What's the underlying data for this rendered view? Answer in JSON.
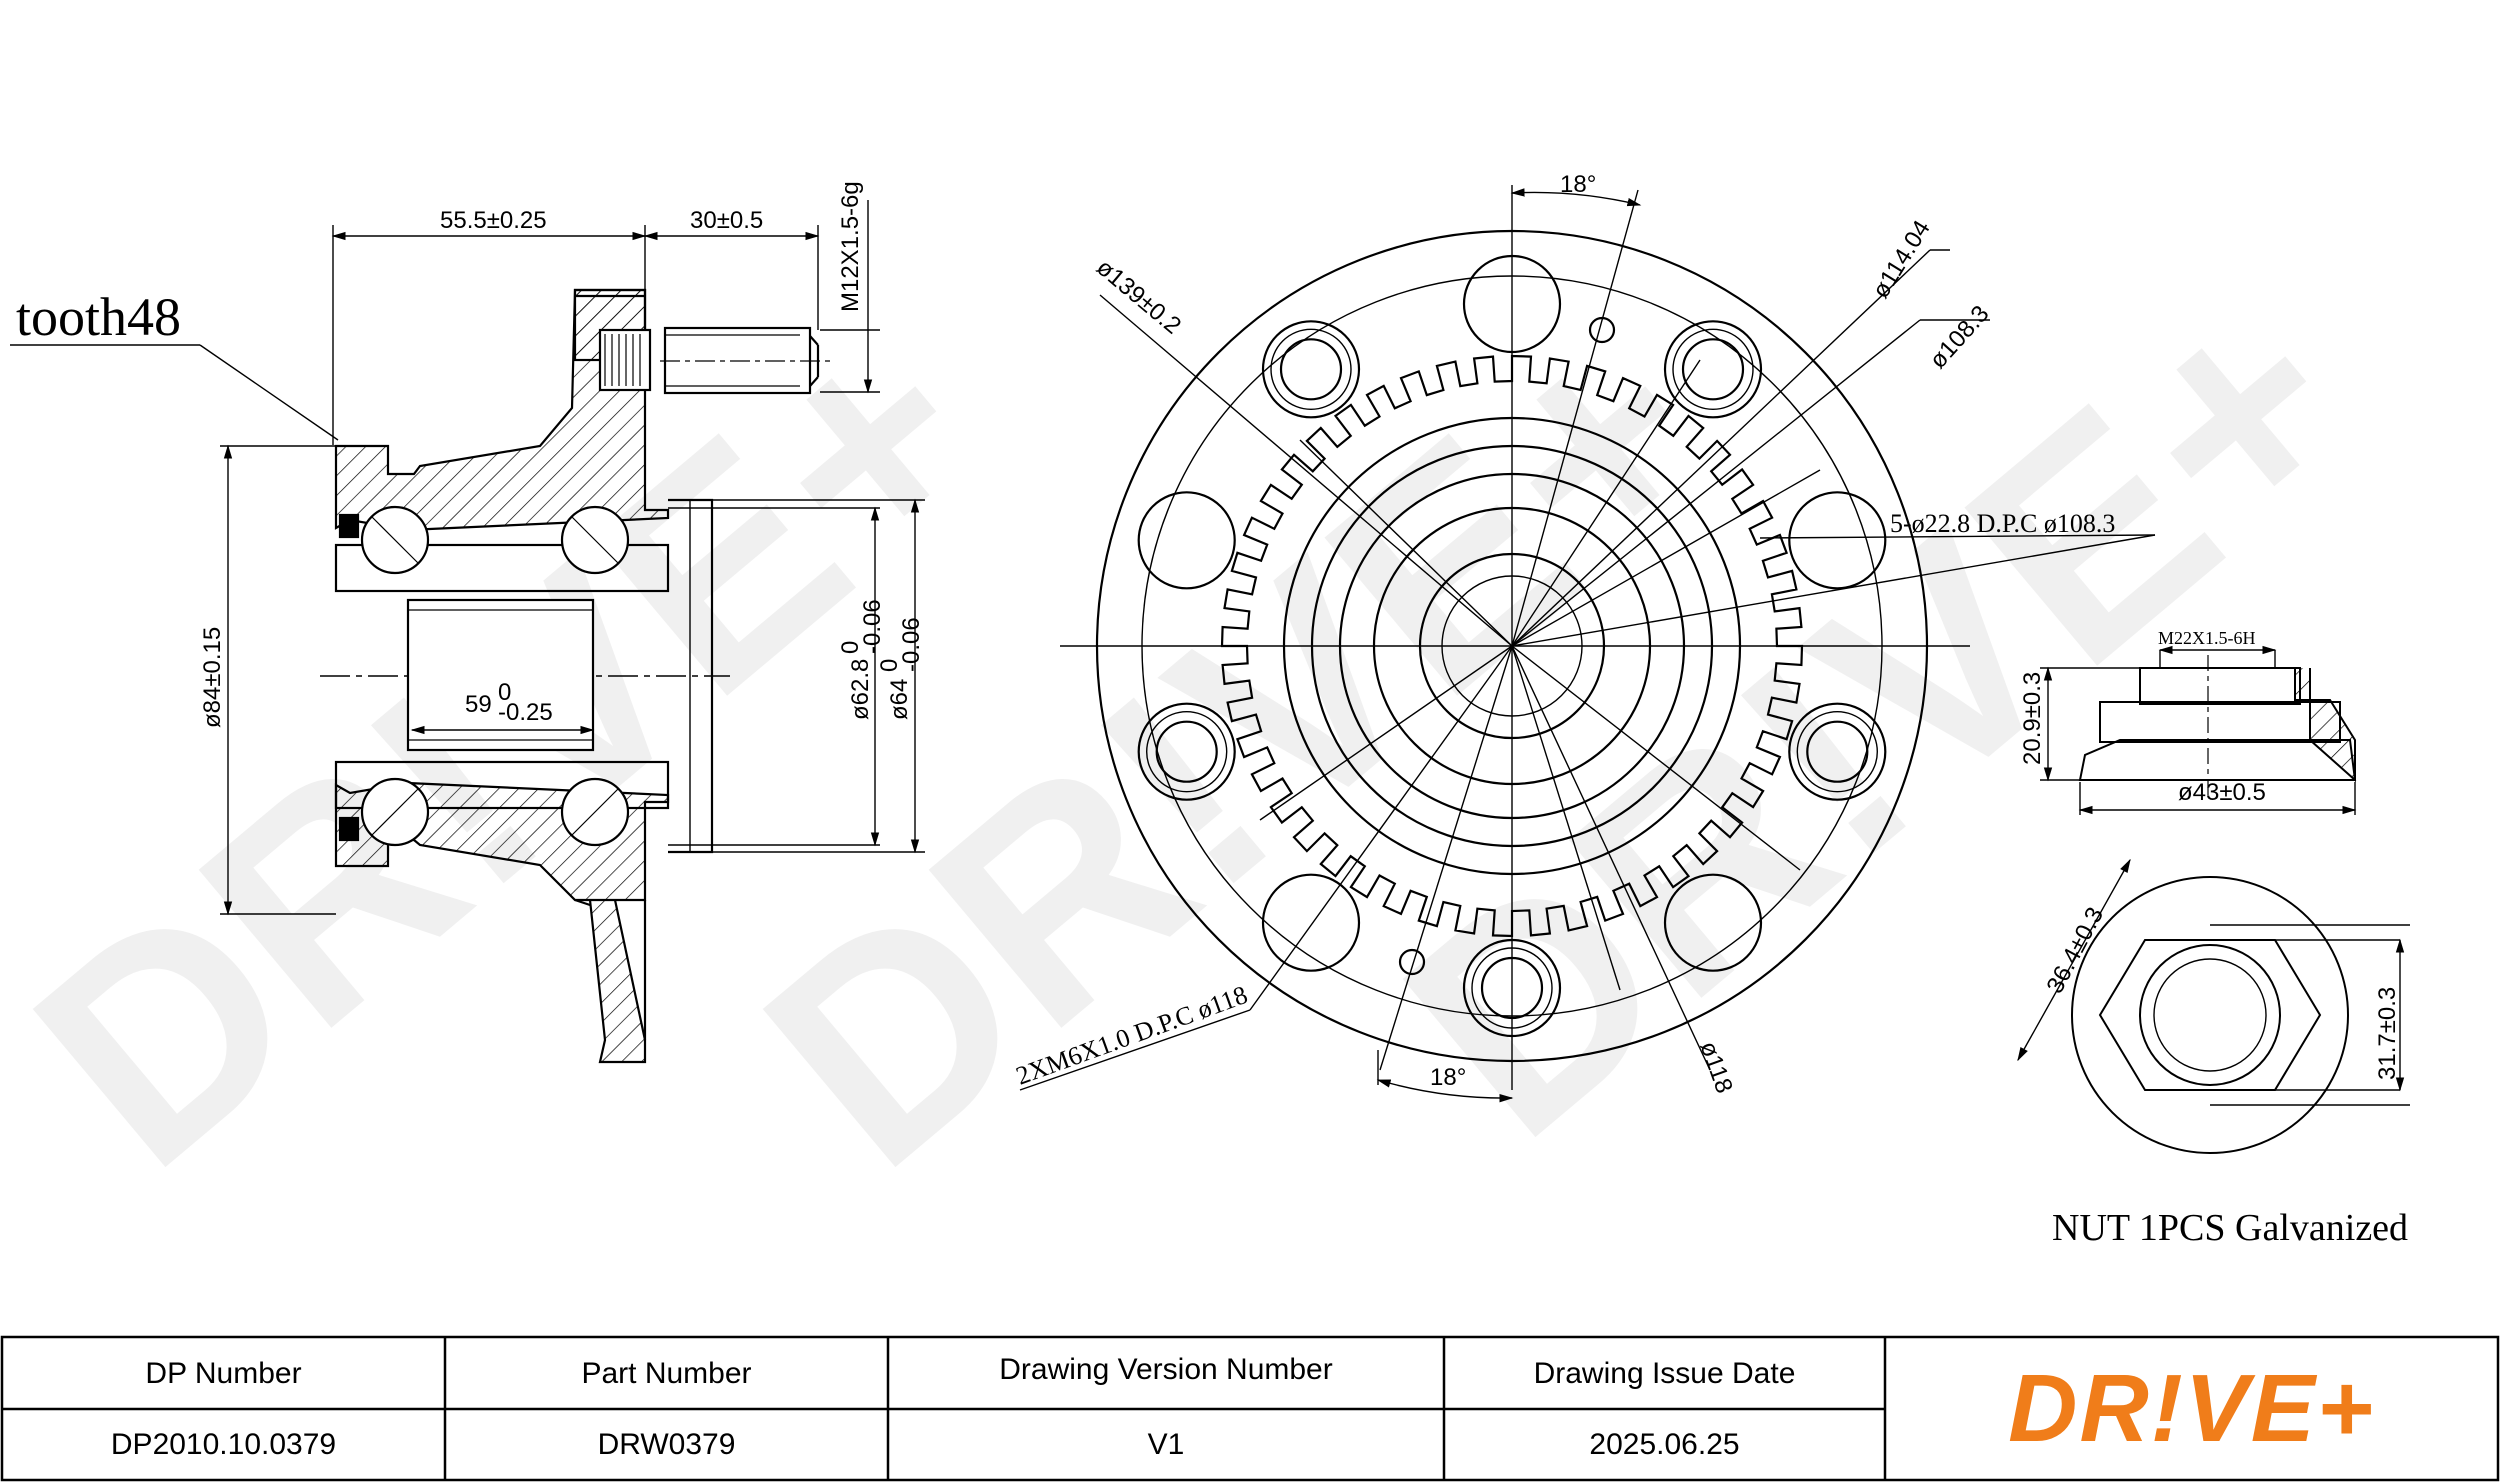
{
  "drawing": {
    "side_view": {
      "tooth_label": "tooth48",
      "dim_55_5": "55.5±0.25",
      "dim_30": "30±0.5",
      "thread_m12": "M12X1.5-6g",
      "dia_84": "ø84±0.15",
      "len_59": "59",
      "len_59_tol_up": "0",
      "len_59_tol_down": "-0.25",
      "dia_62_8": "ø62.8",
      "dia_62_8_tol_up": "0",
      "dia_62_8_tol_down": "-0.06",
      "dia_64": "ø64",
      "dia_64_tol_up": "0",
      "dia_64_tol_down": "-0.06"
    },
    "front_view": {
      "angle_top": "18°",
      "angle_bottom": "18°",
      "dia_139": "ø139±0.2",
      "dia_114_04": "ø114.04",
      "dia_108_3": "ø108.3",
      "holes_label": "5-ø22.8 D.P.C ø108.3",
      "threads_label": "2XM6X1.0 D.P.C ø118",
      "dia_118": "ø118"
    },
    "nut": {
      "thread": "M22X1.5-6H",
      "height": "20.9±0.3",
      "dia_43": "ø43±0.5",
      "across_corners": "36.4±0.3",
      "across_flats": "31.7±0.3",
      "note": "NUT 1PCS  Galvanized"
    }
  },
  "title_block": {
    "headers": [
      "DP Number",
      "Part Number",
      "Drawing Version Number",
      "Drawing Issue Date"
    ],
    "values": [
      "DP2010.10.0379",
      "DRW0379",
      "V1",
      "2025.06.25"
    ],
    "logo_text": "DR!VE+",
    "logo_color": "#f07d1a"
  }
}
